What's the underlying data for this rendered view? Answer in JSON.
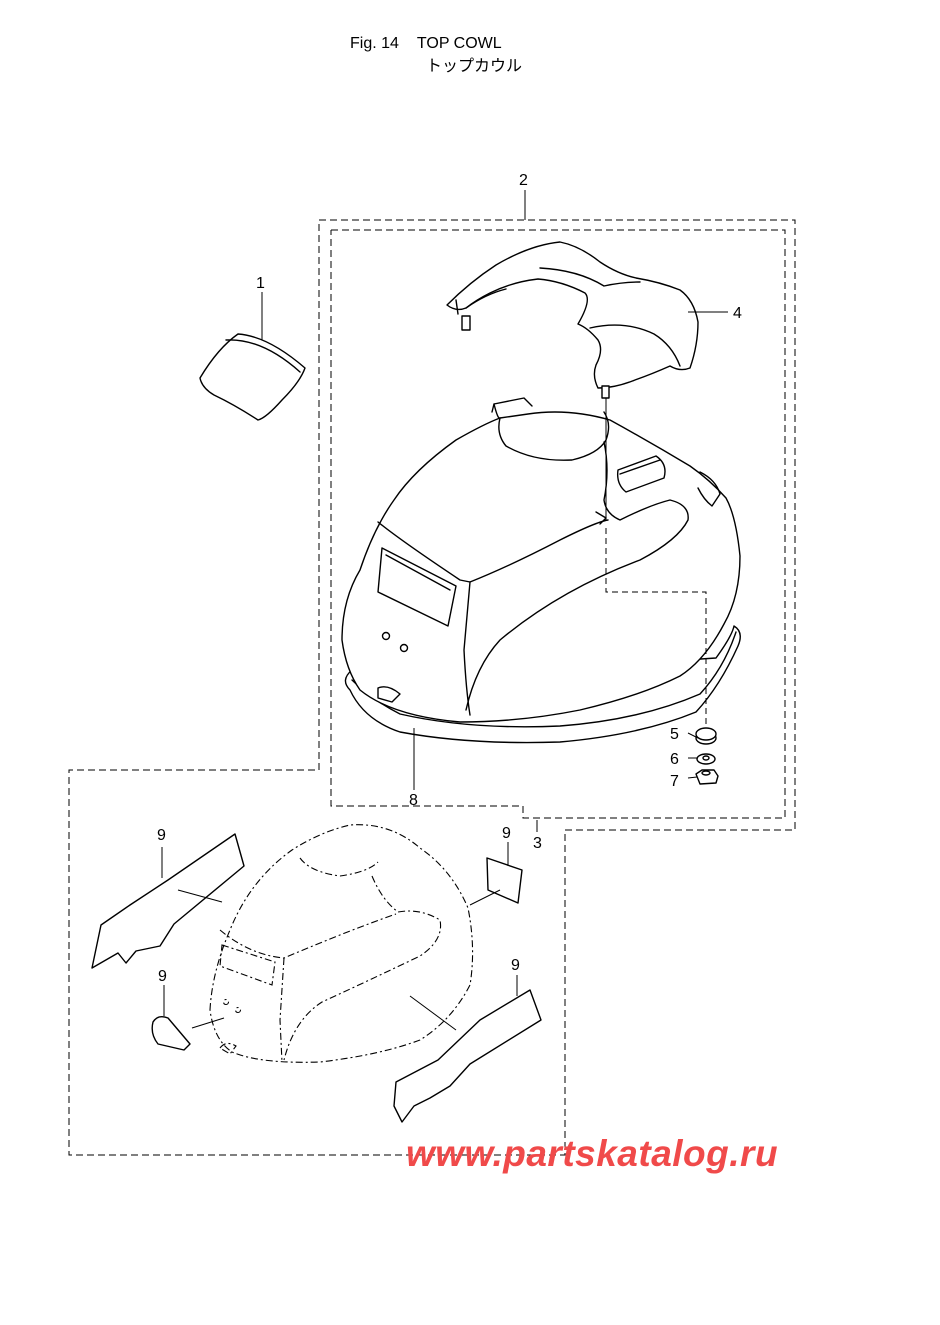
{
  "figure": {
    "number": "Fig. 14",
    "title": "TOP COWL",
    "subtitle": "トップカウル"
  },
  "callouts": {
    "c1": "1",
    "c2": "2",
    "c3": "3",
    "c4": "4",
    "c5": "5",
    "c6": "6",
    "c7": "7",
    "c8": "8",
    "c9a": "9",
    "c9b": "9",
    "c9c": "9",
    "c9d": "9"
  },
  "watermark": "www.partskatalog.ru",
  "colors": {
    "line": "#000000",
    "background": "#ffffff",
    "watermark": "#f04a4a"
  }
}
